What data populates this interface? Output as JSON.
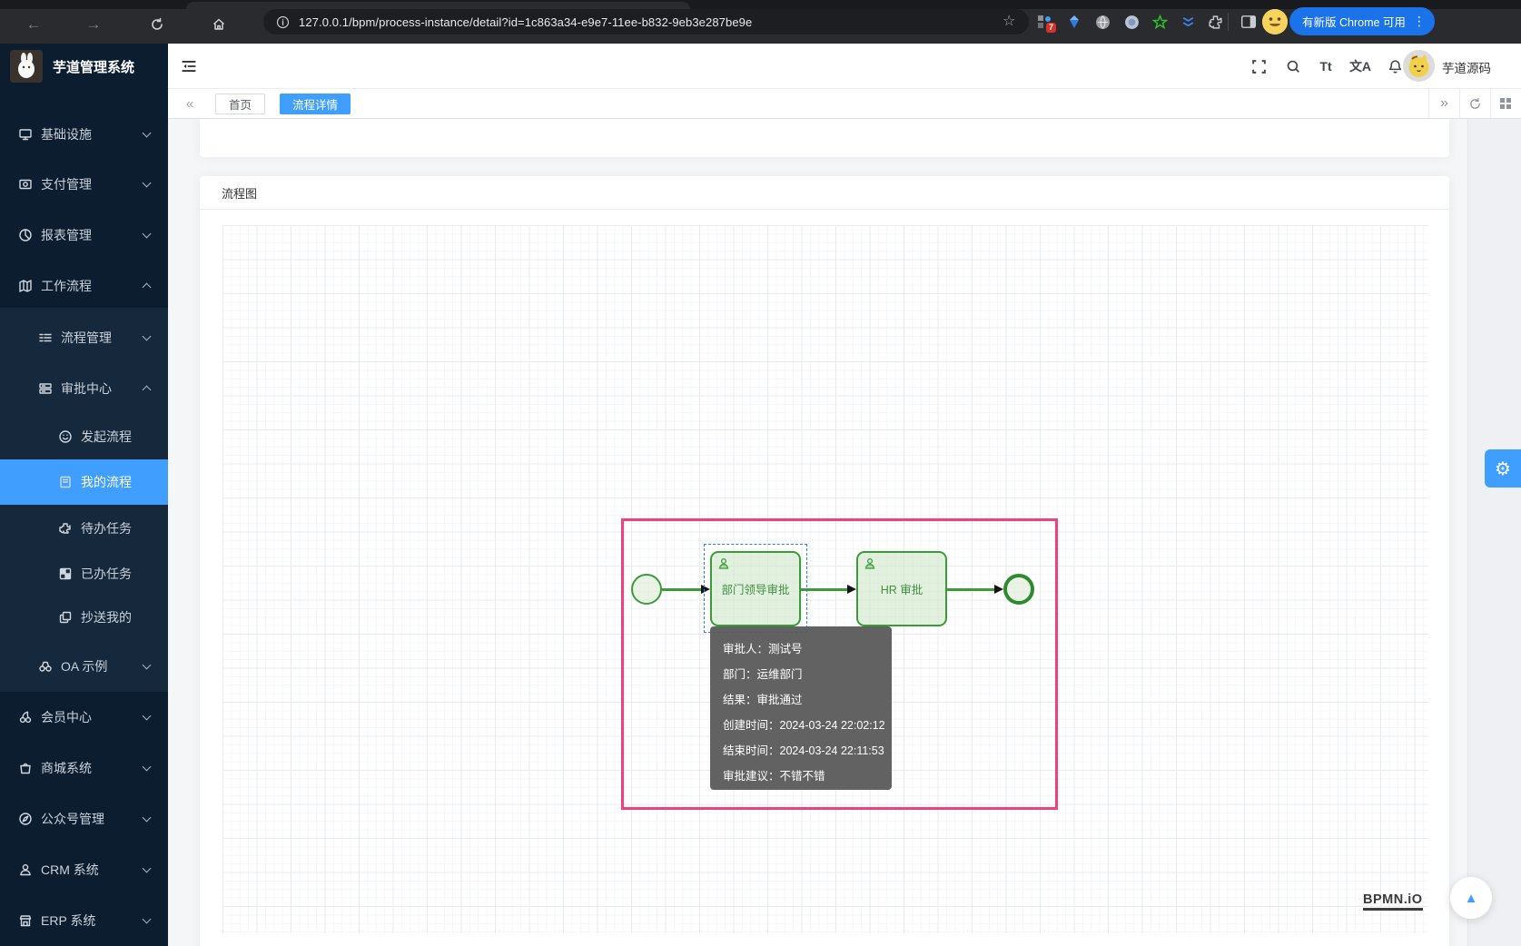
{
  "browser": {
    "url": "127.0.0.1/bpm/process-instance/detail?id=1c863a34-e9e7-11ee-b832-9eb3e287be9e",
    "update_button": "有新版 Chrome 可用",
    "extension_badge": "7",
    "menu_dots": "⋮"
  },
  "header": {
    "logo_title": "芋道管理系统",
    "username": "芋道源码",
    "font_icon_label": "Tt",
    "translate_icon_label": "文A"
  },
  "tabs": {
    "items": [
      {
        "label": "首页",
        "active": false
      },
      {
        "label": "流程详情",
        "active": true
      }
    ]
  },
  "sidebar": {
    "items": [
      {
        "label": "基础设施",
        "level": 1,
        "chevron": "down"
      },
      {
        "label": "支付管理",
        "level": 1,
        "chevron": "down"
      },
      {
        "label": "报表管理",
        "level": 1,
        "chevron": "down"
      },
      {
        "label": "工作流程",
        "level": 1,
        "chevron": "up"
      },
      {
        "label": "流程管理",
        "level": 2,
        "chevron": "down"
      },
      {
        "label": "审批中心",
        "level": 2,
        "chevron": "up"
      },
      {
        "label": "发起流程",
        "level": 3
      },
      {
        "label": "我的流程",
        "level": 3,
        "active": true
      },
      {
        "label": "待办任务",
        "level": 3
      },
      {
        "label": "已办任务",
        "level": 3
      },
      {
        "label": "抄送我的",
        "level": 3
      },
      {
        "label": "OA 示例",
        "level": 2,
        "chevron": "down"
      },
      {
        "label": "会员中心",
        "level": 1,
        "chevron": "down"
      },
      {
        "label": "商城系统",
        "level": 1,
        "chevron": "down"
      },
      {
        "label": "公众号管理",
        "level": 1,
        "chevron": "down"
      },
      {
        "label": "CRM 系统",
        "level": 1,
        "chevron": "down"
      },
      {
        "label": "ERP 系统",
        "level": 1,
        "chevron": "down"
      }
    ]
  },
  "main": {
    "card_title": "流程图",
    "watermark": "BPMN.iO"
  },
  "bpmn": {
    "task1_label": "部门领导审批",
    "task2_label": "HR 审批"
  },
  "tooltip": {
    "separator": "：",
    "rows": [
      {
        "label": "审批人",
        "value": "测试号"
      },
      {
        "label": "部门",
        "value": "运维部门"
      },
      {
        "label": "结果",
        "value": "审批通过"
      },
      {
        "label": "创建时间",
        "value": "2024-03-24 22:02:12"
      },
      {
        "label": "结束时间",
        "value": "2024-03-24 22:11:53"
      },
      {
        "label": "审批建议",
        "value": "不错不错"
      }
    ]
  },
  "colors": {
    "primary": "#409eff",
    "selection_pink": "#f0417c",
    "bpmn_green": "#3a9b38"
  }
}
